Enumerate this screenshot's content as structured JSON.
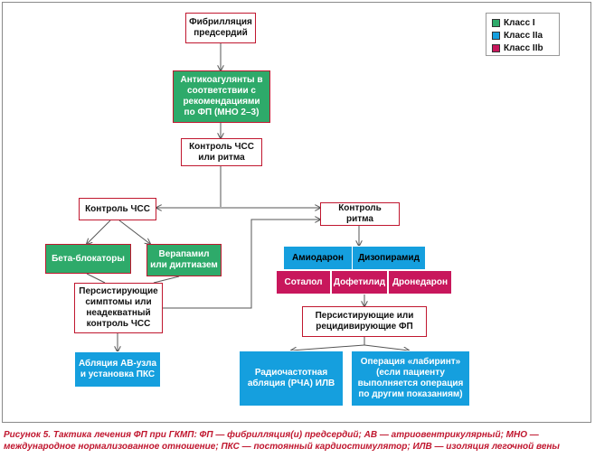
{
  "nodes": {
    "af": "Фибрилляция предсердий",
    "anticoag": "Антикоагулянты в соответствии с рекомендациями по ФП (МНО 2–3)",
    "rate_rhythm": "Контроль ЧСС или ритма",
    "rate_control": "Контроль ЧСС",
    "rhythm_control": "Контроль ритма",
    "beta": "Бета-блокаторы",
    "verapamil": "Верапамил или дилтиазем",
    "persist_symptoms": "Персистирующие симптомы или неадекватный контроль ЧСС",
    "amiodarone": "Амиодарон",
    "disopyramide": "Дизопирамид",
    "sotalol": "Соталол",
    "dofetilide": "Дофетилид",
    "dronedarone": "Дронедарон",
    "persist_af": "Персистирующие или рецидивирующие ФП",
    "av_ablation": "Абляция АВ-узла и установка ПКС",
    "rfa": "Радиочастотная абляция (РЧА) ИЛВ",
    "maze": "Операция «лабиринт» (если пациенту выполняется операция по другим показаниям)"
  },
  "legend": [
    {
      "label": "Класс I",
      "color": "#2eaa6a"
    },
    {
      "label": "Класс IIa",
      "color": "#159fde"
    },
    {
      "label": "Класс IIb",
      "color": "#c8175c"
    }
  ],
  "caption": "Рисунок 5. Тактика лечения ФП при ГКМП: ФП — фибрилляция(и) предсердий; АВ — атриовентрикулярный; МНО — международное нормализованное отношение; ПКС — постоянный кардиостимулятор; ИЛВ — изоляция легочной вены"
}
